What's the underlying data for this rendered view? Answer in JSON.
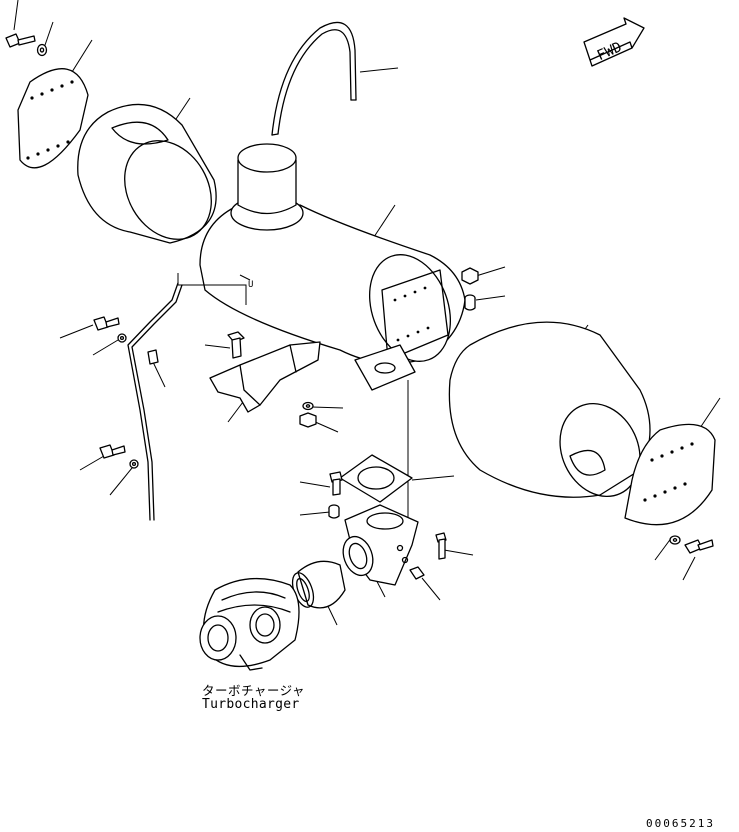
{
  "diagram": {
    "direction_marker": "FWD",
    "caption_jp": "ターボチャージャ",
    "caption_en": "Turbocharger",
    "reference_code": "00065213"
  }
}
